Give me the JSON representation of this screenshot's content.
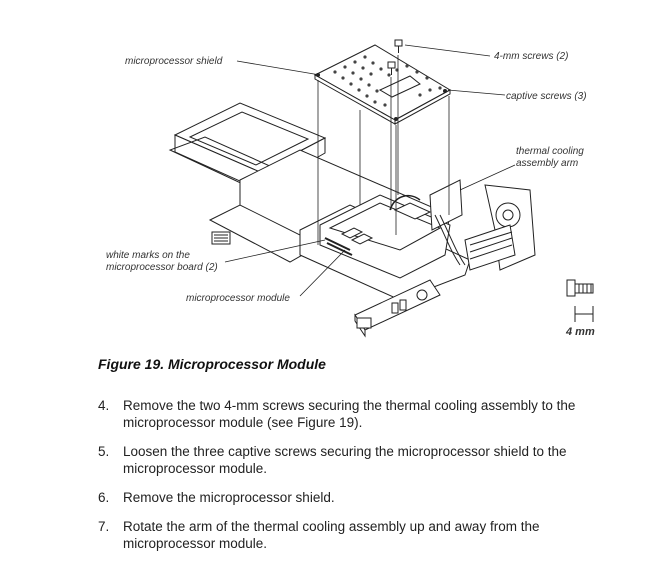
{
  "figure": {
    "callouts": {
      "shield": "microprocessor shield",
      "screws_4mm": "4-mm screws (2)",
      "captive": "captive screws (3)",
      "arm_line1": "thermal cooling",
      "arm_line2": "assembly arm",
      "marks_line1": "white marks on the",
      "marks_line2": "microprocessor board (2)",
      "module": "microprocessor module",
      "scale": "4 mm"
    },
    "caption": "Figure 19.  Microprocessor Module"
  },
  "steps": [
    {
      "num": "4.",
      "text": "Remove the two 4-mm screws securing the thermal cooling assembly to the microprocessor module (see Figure 19)."
    },
    {
      "num": "5.",
      "text": "Loosen the three captive screws securing the microprocessor shield to the microprocessor module."
    },
    {
      "num": "6.",
      "text": "Remove the microprocessor shield."
    },
    {
      "num": "7.",
      "text": "Rotate the arm of the thermal cooling assembly up and away from the microprocessor module."
    }
  ]
}
